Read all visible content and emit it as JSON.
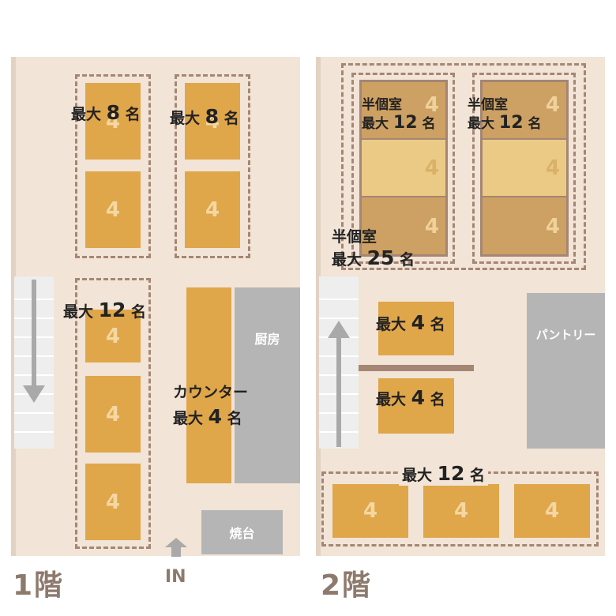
{
  "table_count_label": "4",
  "floor1": {
    "title": "1階",
    "group_a_label": {
      "pre": "最大 ",
      "num": "8",
      "post": " 名"
    },
    "group_b_label": {
      "pre": "最大 ",
      "num": "8",
      "post": " 名"
    },
    "group_c_label": {
      "pre": "最大 ",
      "num": "12",
      "post": " 名"
    },
    "counter_label_line1": "カウンター",
    "counter_label_line2": {
      "pre": "最大 ",
      "num": "4",
      "post": " 名"
    },
    "kitchen": "厨房",
    "grill": "焼台",
    "entrance": "IN"
  },
  "floor2": {
    "title": "2階",
    "semi_private_a": {
      "line1": "半個室",
      "line2_pre": "最大 ",
      "num": "12",
      "post": " 名"
    },
    "semi_private_b": {
      "line1": "半個室",
      "line2_pre": "最大 ",
      "num": "12",
      "post": " 名"
    },
    "semi_private_total": {
      "line1": "半個室",
      "line2_pre": "最大 ",
      "num": "25",
      "post": " 名"
    },
    "table_top_label": {
      "pre": "最大 ",
      "num": "4",
      "post": " 名"
    },
    "table_bottom_label": {
      "pre": "最大 ",
      "num": "4",
      "post": " 名"
    },
    "bottom_group_label": {
      "pre": "最大 ",
      "num": "12",
      "post": " 名"
    },
    "pantry": "パントリー"
  },
  "colors": {
    "floor": "#f2e4d6",
    "table": "#e0a64a",
    "semi_private_dark": "#cda063",
    "semi_private_light": "#ebca86",
    "dashed_border": "#a58674",
    "service_area": "#b5b5b5",
    "floor_title": "#8d7a6d"
  },
  "icons": [
    "stairs-down-arrow-icon",
    "stairs-up-arrow-icon",
    "entrance-arrow-icon"
  ]
}
